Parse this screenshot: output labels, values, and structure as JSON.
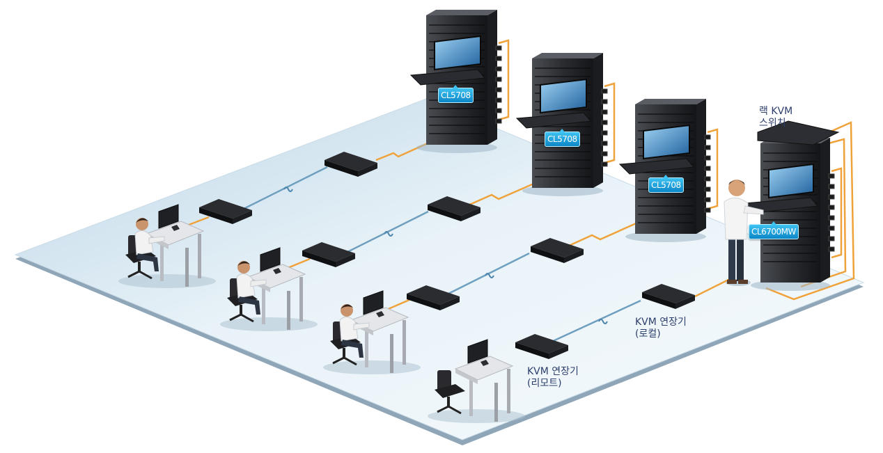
{
  "labels": {
    "rack_switch_line1": "랙 KVM",
    "rack_switch_line2": "스위치",
    "local_line1": "KVM 연장기",
    "local_line2": "(로컬)",
    "remote_line1": "KVM 연장기",
    "remote_line2": "(리모트)"
  },
  "racks": [
    {
      "model": "CL5708"
    },
    {
      "model": "CL5708"
    },
    {
      "model": "CL5708"
    },
    {
      "model": "CL6700MW"
    }
  ],
  "colors": {
    "floor_top": "#dcecf5",
    "floor_edge": "#8fa6b8",
    "cable_orange": "#f0a23a",
    "cable_blue": "#6f9fbf",
    "tag_blue": "#1aa3de",
    "label_text": "#2b3e6b"
  }
}
